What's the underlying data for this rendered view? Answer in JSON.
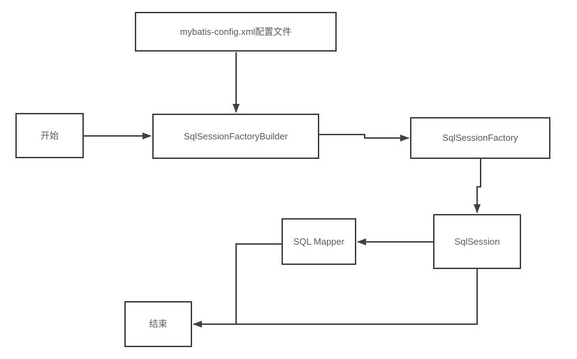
{
  "nodes": {
    "config": {
      "label": "mybatis-config.xml配置文件"
    },
    "start": {
      "label": "开始"
    },
    "builder": {
      "label": "SqlSessionFactoryBuilder"
    },
    "factory": {
      "label": "SqlSessionFactory"
    },
    "session": {
      "label": "SqlSession"
    },
    "mapper": {
      "label": "SQL Mapper"
    },
    "end": {
      "label": "结束"
    }
  },
  "edges": [
    {
      "from": "config",
      "to": "builder",
      "arrow": true
    },
    {
      "from": "start",
      "to": "builder",
      "arrow": true
    },
    {
      "from": "builder",
      "to": "factory",
      "arrow": true
    },
    {
      "from": "factory",
      "to": "session",
      "arrow": true
    },
    {
      "from": "session",
      "to": "mapper",
      "arrow": true
    },
    {
      "from": "mapper",
      "to": "end",
      "arrow": false
    },
    {
      "from": "session",
      "to": "end",
      "arrow": true
    }
  ],
  "colors": {
    "background": "#ffffff",
    "node_fill": "#ffffff",
    "node_border": "#404040",
    "edge_line": "#404040",
    "text": "#595959"
  }
}
